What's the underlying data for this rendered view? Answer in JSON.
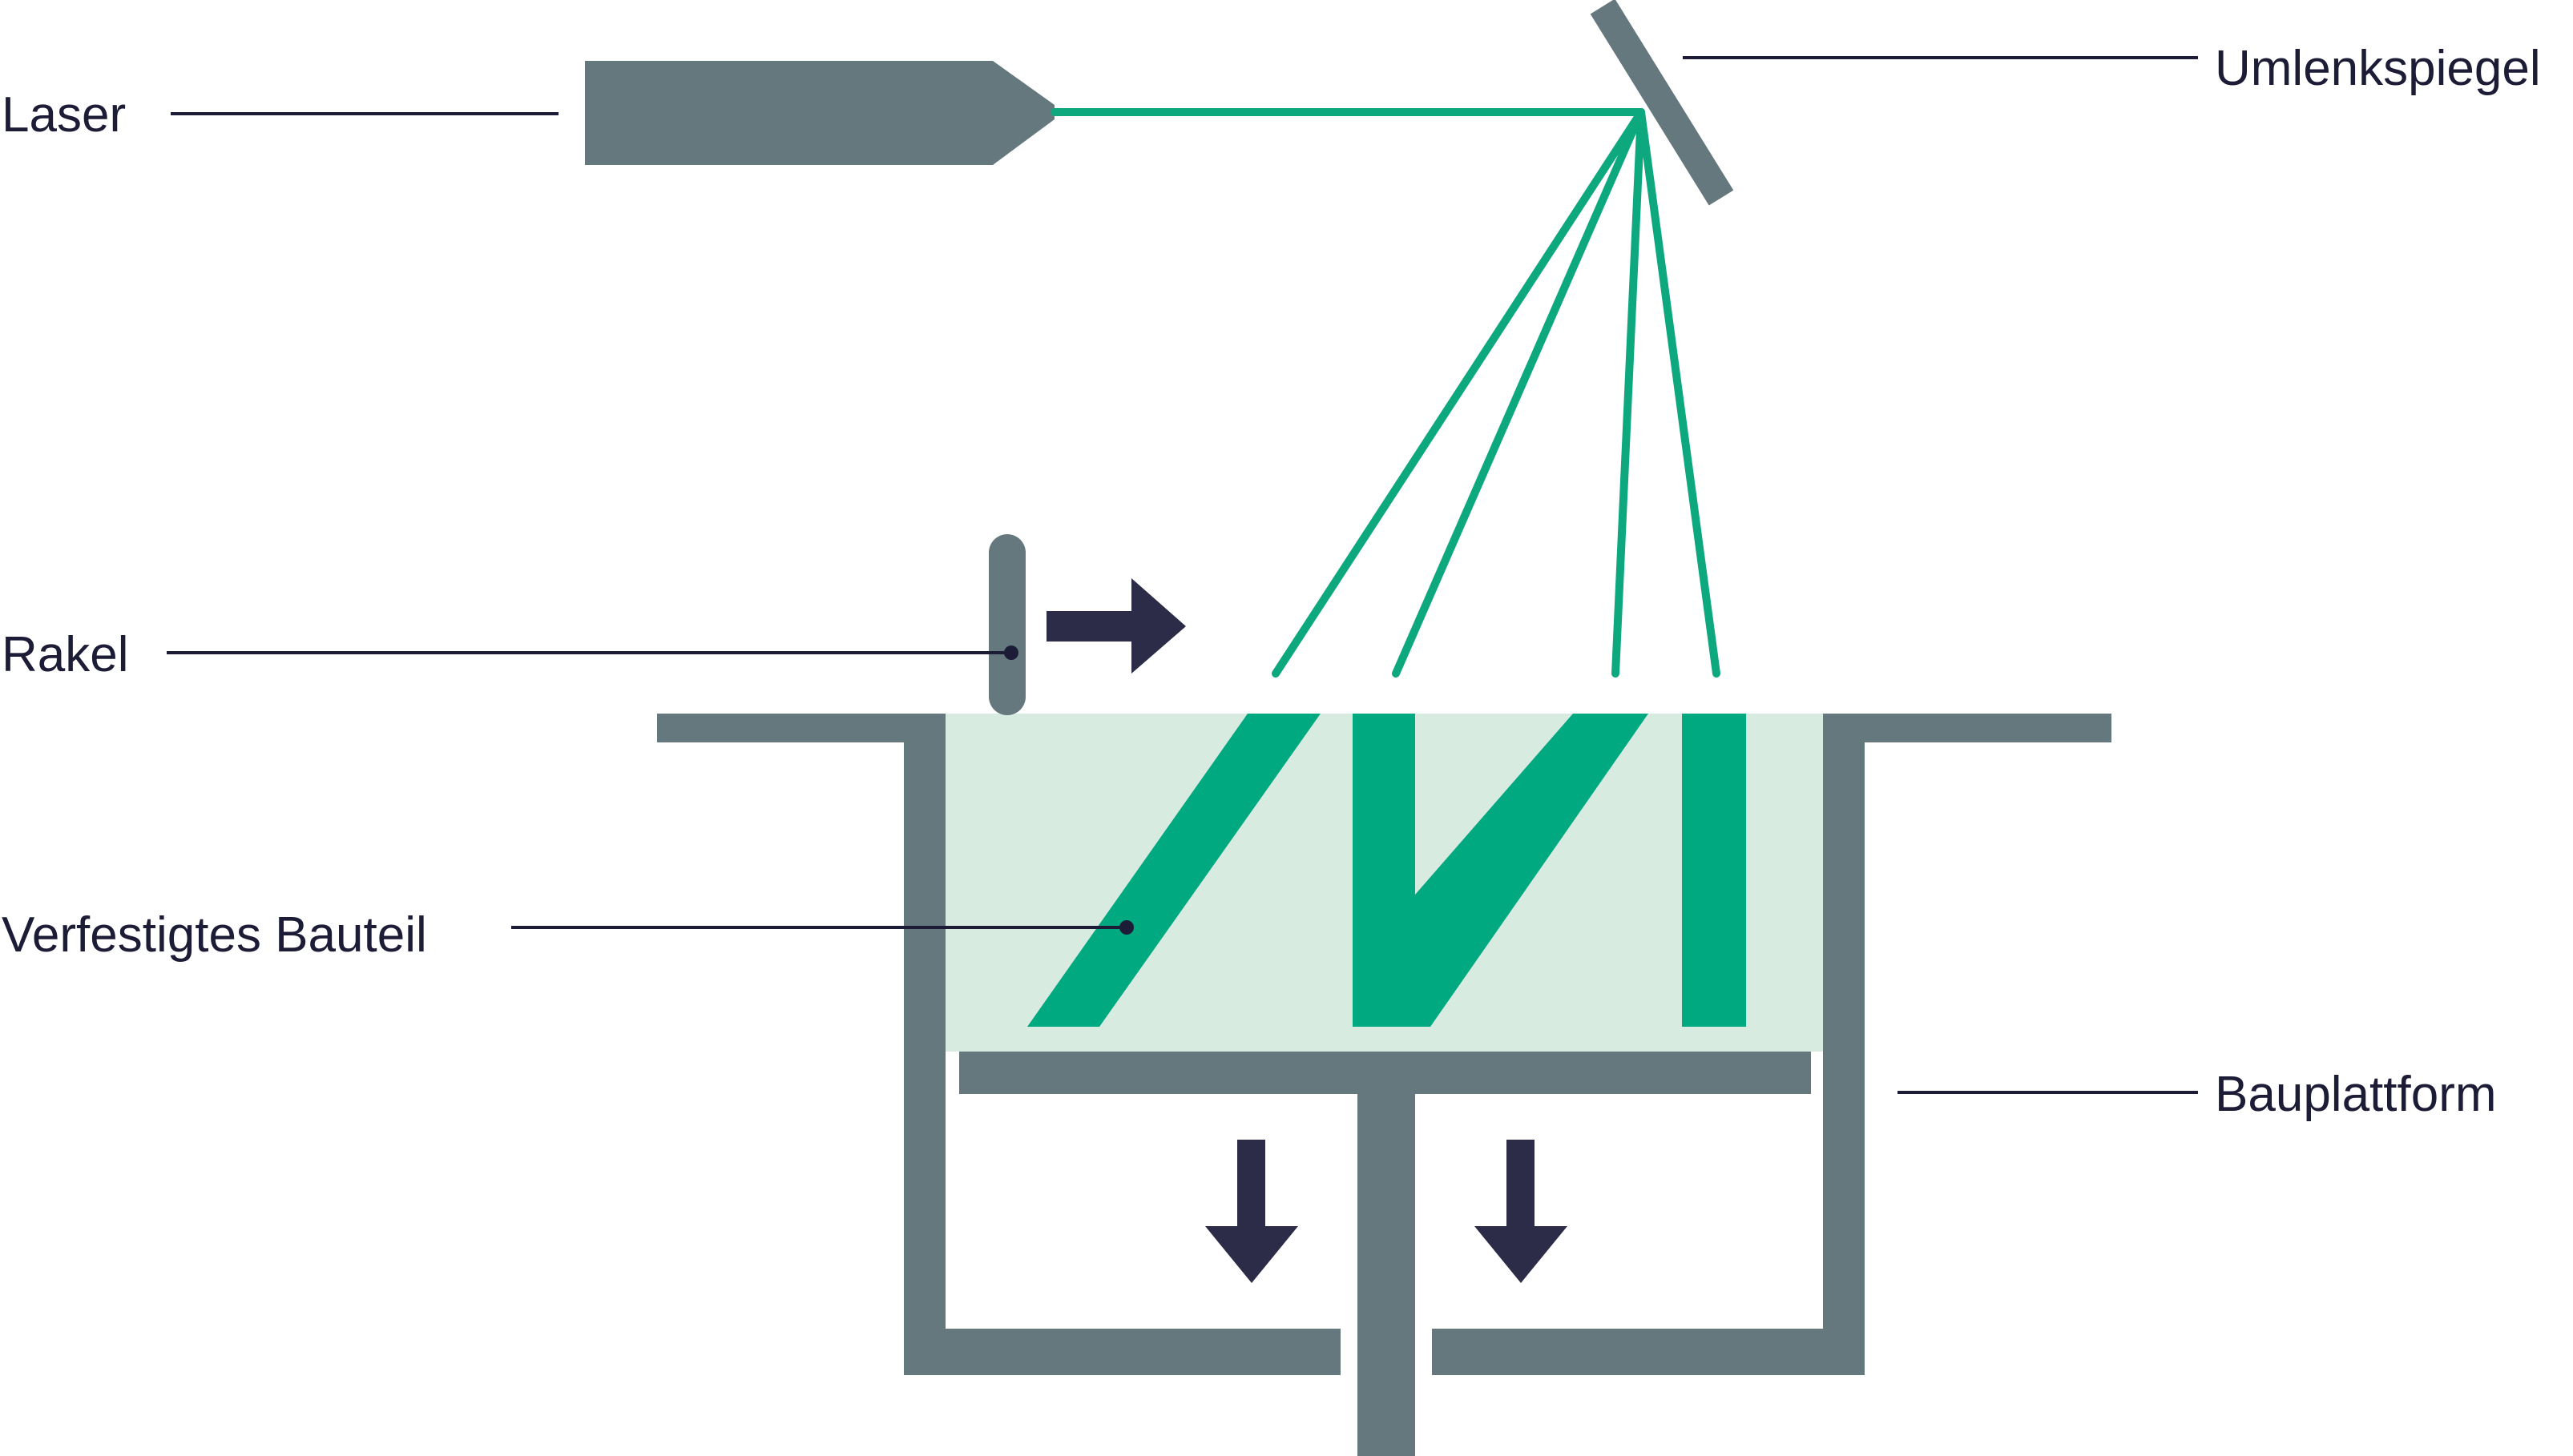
{
  "title": "Selektives Lasersintern – Prinzipskizze",
  "labels": {
    "laser": "Laser",
    "mirror": "Umlenkspiegel",
    "recoater": "Rakel",
    "part": "Verfestigtes Bauteil",
    "platform": "Bauplattform"
  },
  "colors": {
    "machine_gray": "#65787e",
    "beam_green": "#0ea87e",
    "part_green": "#00a980",
    "powder_light": "#d7ebe1",
    "arrow_navy": "#2c2c48",
    "text_navy": "#1c1c36",
    "leader_line": "#1c1c36"
  },
  "icons": {
    "direction_right": "arrow-right-icon",
    "direction_down": "arrow-down-icon"
  }
}
